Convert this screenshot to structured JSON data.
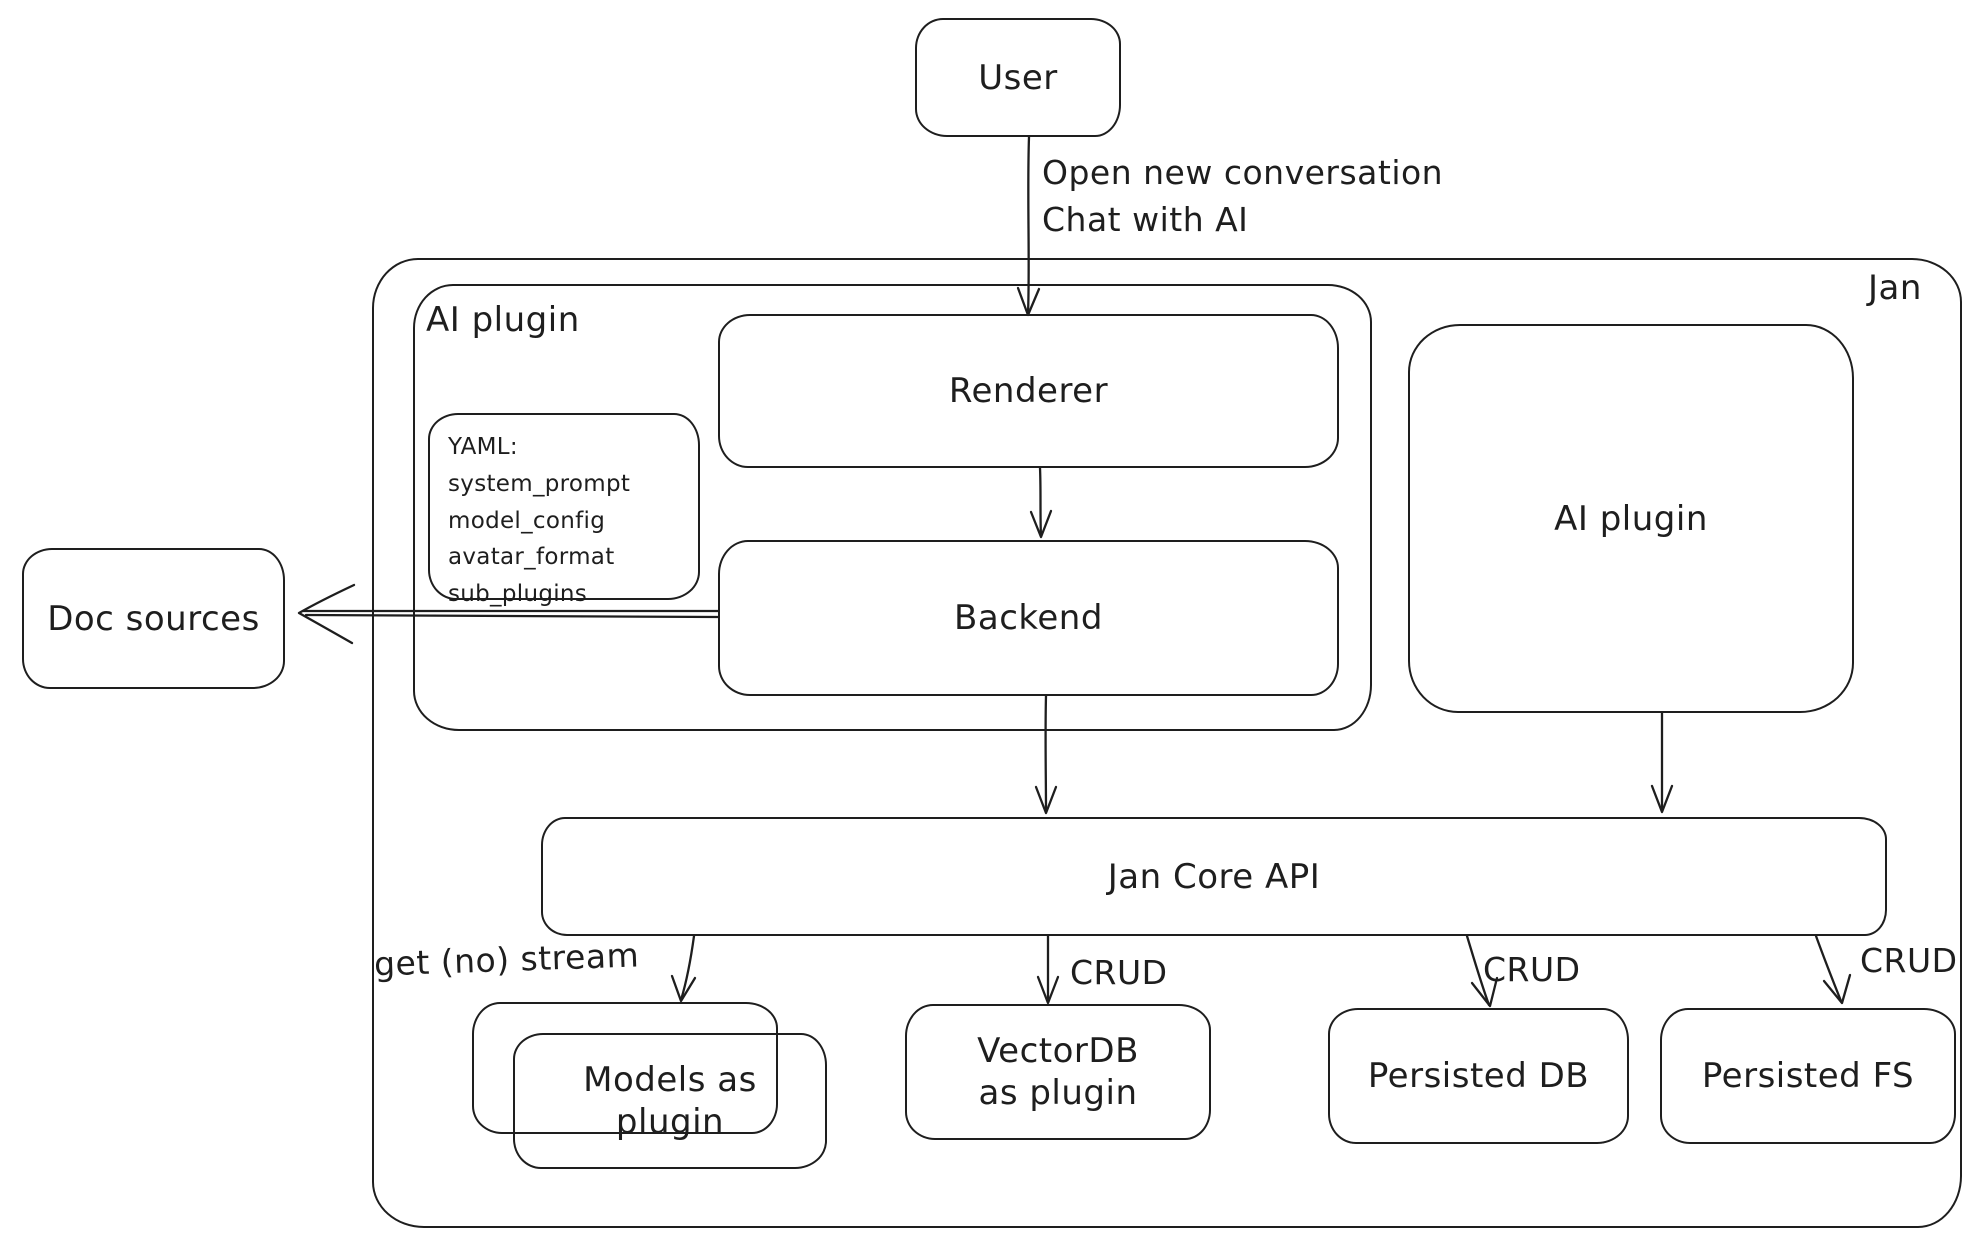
{
  "diagram": {
    "stroke_color": "#1e1e1e",
    "background_color": "#ffffff",
    "container_label": "Jan",
    "nodes": {
      "user": {
        "label": "User"
      },
      "ai_plugin_group": {
        "label": "AI plugin"
      },
      "yaml_note": {
        "text": "YAML:\nsystem_prompt\nmodel_config\navatar_format\nsub_plugins"
      },
      "renderer": {
        "label": "Renderer"
      },
      "backend": {
        "label": "Backend"
      },
      "ai_plugin_right": {
        "label": "AI plugin"
      },
      "doc_sources": {
        "label": "Doc sources"
      },
      "jan_core_api": {
        "label": "Jan Core API"
      },
      "models_plugin": {
        "label": "Models as plugin"
      },
      "vectordb_plugin": {
        "label": "VectorDB as plugin"
      },
      "persisted_db": {
        "label": "Persisted DB"
      },
      "persisted_fs": {
        "label": "Persisted FS"
      }
    },
    "edge_labels": {
      "user_flow": "Open new conversation\nChat with AI",
      "get_stream": "get (no) stream",
      "crud_vectordb": "CRUD",
      "crud_persisted_db": "CRUD",
      "crud_persisted_fs": "CRUD"
    }
  }
}
